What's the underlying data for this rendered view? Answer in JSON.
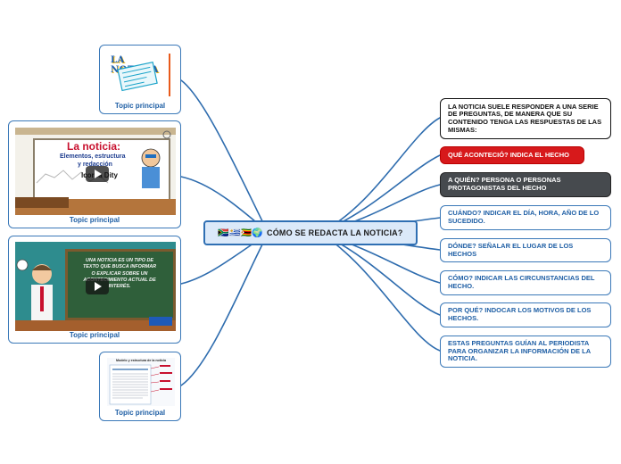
{
  "central": {
    "flags": "🇿🇦🇺🇾🇿🇼🌍",
    "title": "CÓMO SE REDACTA LA NOTICIA?"
  },
  "topics": [
    {
      "caption": "Topic principal",
      "image_text": "LA NOTICIA"
    },
    {
      "caption": "Topic principal",
      "image_text": [
        "La noticia:",
        "Elementos, estructura",
        "y redacción",
        "lcorea Dity"
      ]
    },
    {
      "caption": "Topic principal",
      "image_text": [
        "UNA NOTICIA ES UN TIPO DE",
        "TEXTO QUE BUSCA INFORMAR",
        "O EXPLICAR SOBRE UN",
        "ACONTECIMIENTO ACTUAL DE",
        "INTERÉS."
      ]
    },
    {
      "caption": "Topic principal",
      "image_text": "Modelo y estructura de la noticia"
    }
  ],
  "right_nodes": [
    {
      "text": "LA NOTICIA SUELE RESPONDER A UNA SERIE DE PREGUNTAS, DE MANERA QUE SU CONTENIDO TENGA LAS RESPUESTAS DE LAS MISMAS:",
      "style": "outline-dark"
    },
    {
      "text": "QUÉ ACONTECIÓ? INDICA EL HECHO",
      "style": "red"
    },
    {
      "text": "A QUIÉN? PERSONA O PERSONAS PROTAGONISTAS DEL HECHO",
      "style": "gray"
    },
    {
      "text": "CUÁNDO? INDICAR EL DÍA, HORA, AÑO DE LO SUCEDIDO.",
      "style": "outline"
    },
    {
      "text": "DÓNDE? SEÑALAR EL LUGAR DE LOS HECHOS",
      "style": "outline"
    },
    {
      "text": "CÓMO? INDICAR LAS CIRCUNSTANCIAS DEL HECHO.",
      "style": "outline"
    },
    {
      "text": "POR QUÉ? INDOCAR LOS MOTIVOS DE LOS HECHOS.",
      "style": "outline"
    },
    {
      "text": "ESTAS PREGUNTAS GUÍAN AL PERIODISTA PARA ORGANIZAR LA INFORMACIÓN DE LA NOTICIA.",
      "style": "outline"
    }
  ],
  "colors": {
    "link": "#2e6cae",
    "accent_red": "#d7191b",
    "accent_gray": "#464a4e"
  }
}
